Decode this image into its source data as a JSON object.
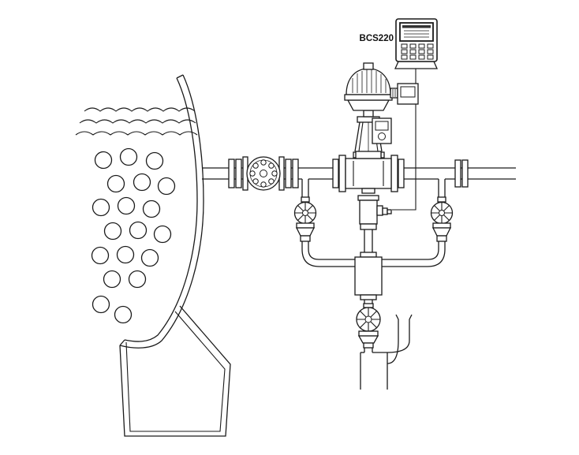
{
  "diagram": {
    "controller_label": "BCS220",
    "colors": {
      "line": "#1a1a1a",
      "background": "#ffffff"
    },
    "components": [
      "boiler-shell",
      "water-surface",
      "boiler-tubes",
      "blowdown-hopper",
      "main-pipe",
      "inlet-flange-pair",
      "orifice-sight-flange",
      "control-valve",
      "pneumatic-actuator",
      "valve-positioner",
      "bcs220-controller",
      "junction-box",
      "sensor-cable",
      "left-isolation-valve",
      "right-isolation-valve",
      "sample-manifold",
      "sensor-chamber",
      "conductivity-sensor",
      "drain-valve",
      "drain-pipe",
      "drain-spout",
      "outlet-flange-pair"
    ]
  }
}
